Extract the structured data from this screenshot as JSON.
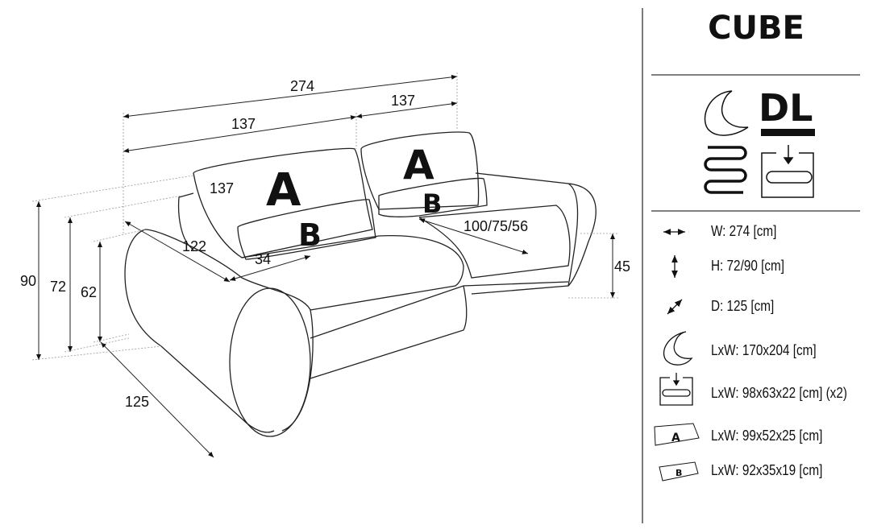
{
  "product": {
    "name": "CUBE",
    "feature_badge": "DL"
  },
  "diagram": {
    "width_total": "274",
    "width_left_half": "137",
    "width_right_half": "137",
    "backrest_width": "137",
    "seat_depth": "122",
    "arm_width": "34",
    "pillow_a_label_left": "A",
    "pillow_b_label_left": "B",
    "pillow_a_label_right": "A",
    "pillow_b_label_right": "B",
    "seat_depths": "100/75/56",
    "height_total": "90",
    "height_back": "72",
    "height_arm": "62",
    "seat_height": "45",
    "depth_total": "125"
  },
  "specs": [
    {
      "icon": "horizontal-arrow-icon",
      "text": "W: 274 [cm]"
    },
    {
      "icon": "vertical-arrow-icon",
      "text": "H: 72/90 [cm]"
    },
    {
      "icon": "diagonal-arrow-icon",
      "text": "D: 125 [cm]"
    },
    {
      "icon": "moon-icon",
      "text": "LxW: 170x204 [cm]"
    },
    {
      "icon": "storage-box-icon",
      "text": "LxW: 98x63x22 [cm] (x2)"
    },
    {
      "icon": "pillow-a-icon",
      "label": "A",
      "text": "LxW: 99x52x25 [cm]"
    },
    {
      "icon": "pillow-b-icon",
      "label": "B",
      "text": "LxW: 92x35x19 [cm]"
    }
  ]
}
